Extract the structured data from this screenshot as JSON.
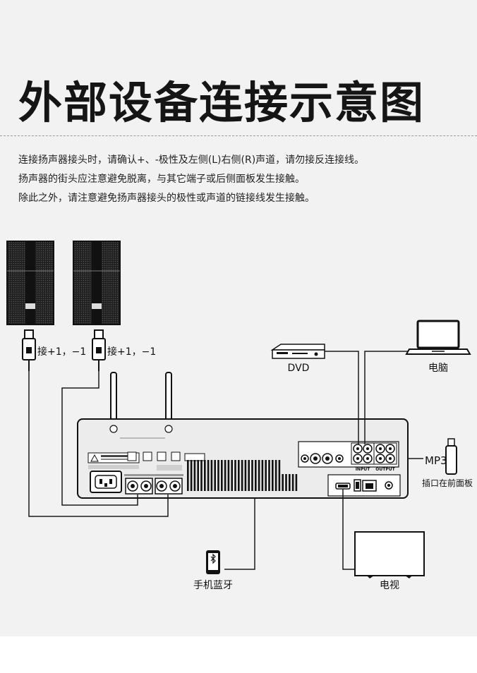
{
  "title": "外部设备连接示意图",
  "description": {
    "line1": "连接扬声器接头时，请确认+、-极性及左侧(L)右侧(R)声道，请勿接反连接线。",
    "line2": "扬声器的街头应注意避免脱离，与其它端子或后侧面板发生接触。",
    "line3": "除此之外，请注意避免扬声器接头的极性或声道的链接线发生接触。"
  },
  "labels": {
    "speaker_left_plug": "接+1，−1",
    "speaker_right_plug": "接+1，−1",
    "dvd": "DVD",
    "computer": "电脑",
    "mp3": "MP3",
    "mp3_sub": "插口在前面板",
    "phone": "手机蓝牙",
    "tv": "电视"
  },
  "panel": {
    "input_label": "INPUT",
    "output_label": "OUTPUT"
  },
  "colors": {
    "background": "#f2f2f2",
    "panel": "#ececec",
    "line": "#1a1a1a"
  }
}
